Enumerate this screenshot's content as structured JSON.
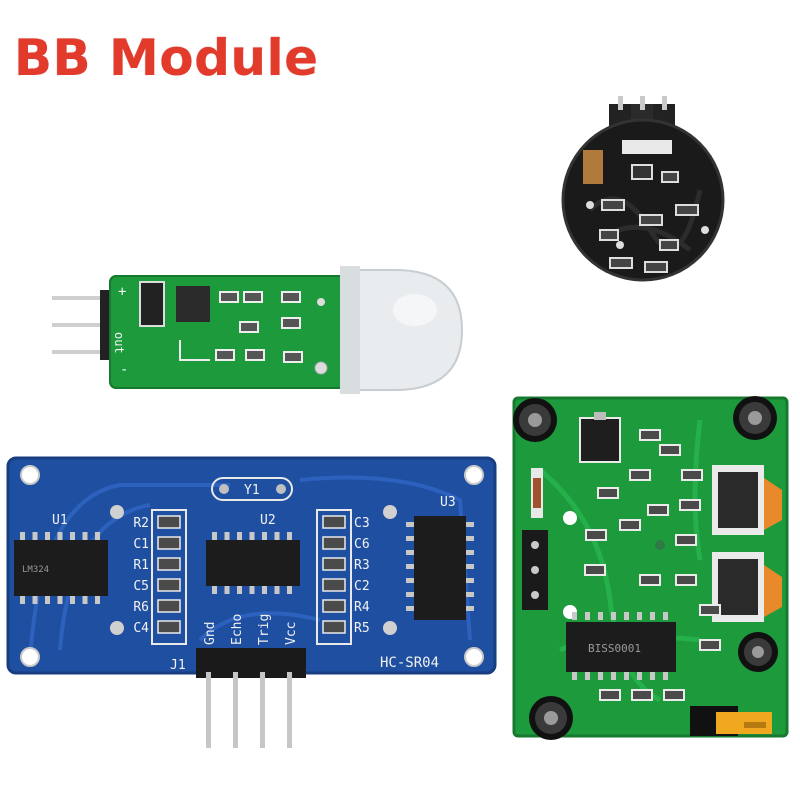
{
  "title": "BB Module",
  "colors": {
    "title": "#e23a2b",
    "blue_pcb": "#1f4fa0",
    "green_pcb": "#1d9a3c",
    "black_pcb": "#1a1a1a"
  },
  "hcsr04": {
    "name": "HC-SR04",
    "u1": "U1",
    "u2": "U2",
    "u3": "U3",
    "y1": "Y1",
    "j1": "J1",
    "left_labels": [
      "R2",
      "C1",
      "R1",
      "C5",
      "R6",
      "C4"
    ],
    "right_labels": [
      "C3",
      "C6",
      "R3",
      "C2",
      "R4",
      "R5"
    ],
    "pins": [
      "Gnd",
      "Echo",
      "Trig",
      "Vcc"
    ]
  },
  "mini_pir": {
    "plus": "+",
    "out": "out",
    "minus": "-"
  },
  "hcsr501": {
    "chip": "BISS0001"
  }
}
